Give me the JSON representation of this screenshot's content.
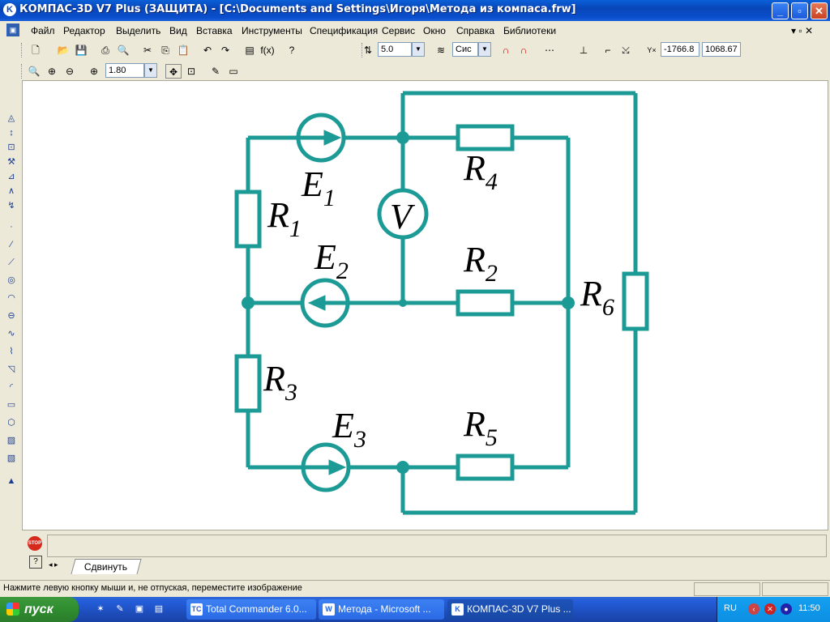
{
  "window": {
    "title": "КОМПАС-3D V7 Plus (ЗАЩИТА) - [C:\\Documents and Settings\\Игоря\\Метода из компаса.frw]",
    "minimize": "_",
    "maximize": "▫",
    "close": "✕"
  },
  "menu": {
    "items": [
      "Файл",
      "Редактор",
      "Выделить",
      "Вид",
      "Вставка",
      "Инструменты",
      "Спецификация",
      "Сервис",
      "Окно",
      "Справка",
      "Библиотеки"
    ],
    "restore": "▾ ▫ ✕"
  },
  "toolbar1": {
    "line_width": "5.0",
    "style": "Сис",
    "coord_x": "-1766.8",
    "coord_y": "1068.67"
  },
  "toolbar2": {
    "zoom": "1.80"
  },
  "circuit": {
    "labels": {
      "E1": {
        "main": "E",
        "sub": "1"
      },
      "E2": {
        "main": "E",
        "sub": "2"
      },
      "E3": {
        "main": "E",
        "sub": "3"
      },
      "R1": {
        "main": "R",
        "sub": "1"
      },
      "R2": {
        "main": "R",
        "sub": "2"
      },
      "R3": {
        "main": "R",
        "sub": "3"
      },
      "R4": {
        "main": "R",
        "sub": "4"
      },
      "R5": {
        "main": "R",
        "sub": "5"
      },
      "R6": {
        "main": "R",
        "sub": "6"
      },
      "V": "V"
    },
    "wire_color": "#1c9a96"
  },
  "bottom": {
    "tab_label": "Сдвинуть",
    "status_text": "Нажмите левую кнопку мыши и, не отпуская, переместите изображение"
  },
  "taskbar": {
    "start_label": "пуск",
    "tasks": [
      "Total Commander 6.0...",
      "Метода - Microsoft ...",
      "КОМПАС-3D V7 Plus ..."
    ],
    "lang": "RU",
    "clock": "11:50"
  }
}
